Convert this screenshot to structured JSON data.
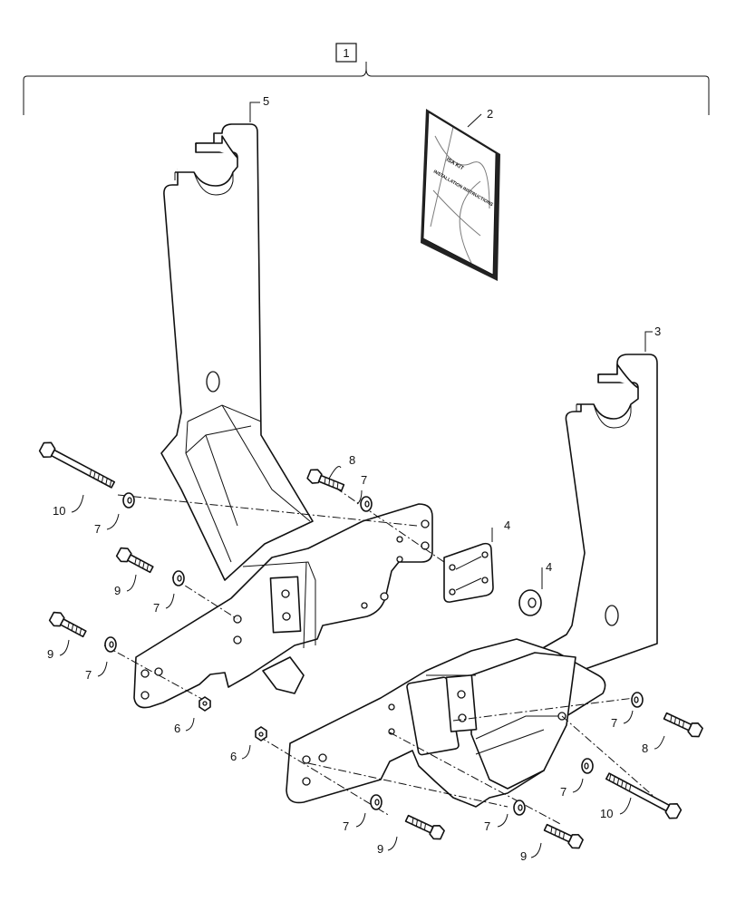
{
  "callouts": {
    "c1": "1",
    "c2": "2",
    "c3": "3",
    "c4a": "4",
    "c4b": "4",
    "c5": "5",
    "c6a": "6",
    "c6b": "6",
    "c7a": "7",
    "c7b": "7",
    "c7c": "7",
    "c7d": "7",
    "c7e": "7",
    "c7f": "7",
    "c7g": "7",
    "c7h": "7",
    "c8a": "8",
    "c8b": "8",
    "c9a": "9",
    "c9b": "9",
    "c9c": "9",
    "c9d": "9",
    "c10a": "10",
    "c10b": "10"
  },
  "booklet": {
    "line1": "ISA KIT",
    "line2": "INSTALLATION INSTRUCTIONS"
  }
}
